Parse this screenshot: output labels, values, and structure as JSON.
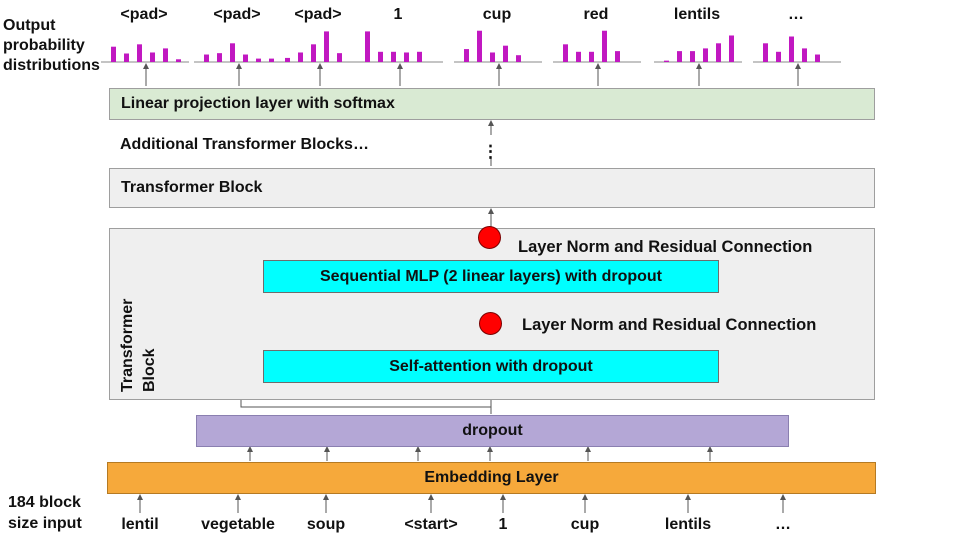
{
  "left_labels": {
    "output": "Output probability distributions",
    "input": "184 block size input"
  },
  "output_tokens": [
    "<pad>",
    "<pad>",
    "<pad>",
    "1",
    "cup",
    "red",
    "lentils",
    "…"
  ],
  "input_tokens": [
    "lentil",
    "vegetable",
    "soup",
    "<start>",
    "1",
    "cup",
    "lentils",
    "…"
  ],
  "linear_layer": "Linear projection layer with softmax",
  "additional_blocks": "Additional Transformer Blocks…",
  "ellipsis": "⋮",
  "transformer_block": "Transformer Block",
  "block_vertical_label": "Transformer Block",
  "ln_residual_top": "Layer Norm and Residual Connection",
  "mlp_box": "Sequential MLP (2 linear layers) with dropout",
  "ln_residual_bottom": "Layer Norm and Residual Connection",
  "self_attention": "Self-attention with dropout",
  "dropout_box": "dropout",
  "embedding_box": "Embedding Layer",
  "colors": {
    "linear_fill": "#d9ead3",
    "block_fill": "#efefef",
    "cyan_fill": "#00ffff",
    "dropout_fill": "#b4a7d6",
    "embedding_fill": "#f6a93b",
    "residual_node": "#ff0000",
    "histogram_bar": "#c118c1"
  },
  "distributions": [
    [
      0.45,
      0.25,
      0.52,
      0.28,
      0.4,
      0.08
    ],
    [
      0.22,
      0.26,
      0.55,
      0.22,
      0.1,
      0.1
    ],
    [
      0.12,
      0.28,
      0.52,
      0.9,
      0.26,
      0.0
    ],
    [
      0.9,
      0.3,
      0.3,
      0.28,
      0.3,
      0.0
    ],
    [
      0.38,
      0.92,
      0.28,
      0.48,
      0.2,
      0.0
    ],
    [
      0.52,
      0.3,
      0.3,
      0.92,
      0.32,
      0.0
    ],
    [
      0.04,
      0.32,
      0.32,
      0.4,
      0.55,
      0.78
    ],
    [
      0.55,
      0.3,
      0.75,
      0.4,
      0.22,
      0.0
    ]
  ]
}
